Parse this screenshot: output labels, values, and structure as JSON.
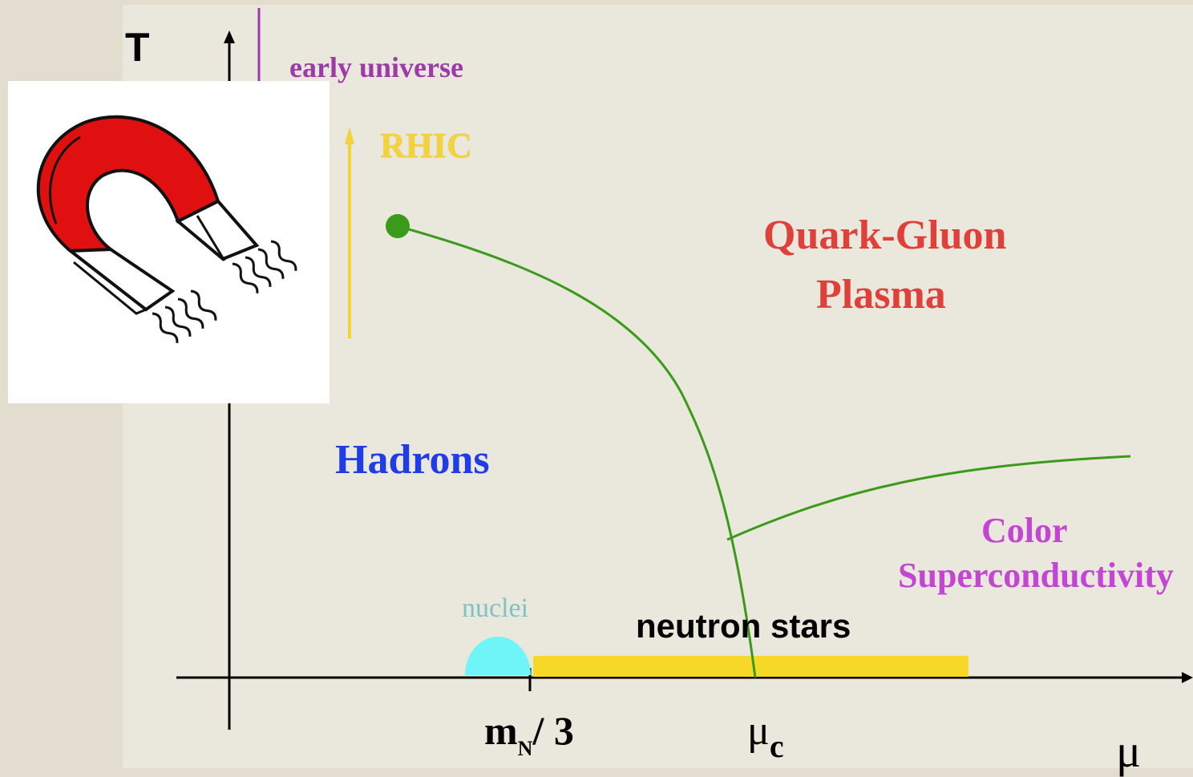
{
  "labels": {
    "t_axis": "T",
    "mu_axis": "μ",
    "early_universe": "early universe",
    "rhic": "RHIC",
    "qgp_line1": "Quark-Gluon",
    "qgp_line2": "Plasma",
    "hadrons": "Hadrons",
    "cs_line1": "Color",
    "cs_line2": "Superconductivity",
    "nuclei": "nuclei",
    "neutron_stars": "neutron stars",
    "mn_main": "m",
    "mn_sub": "N",
    "mn_tail": "/ 3",
    "mu_c_main": "μ",
    "mu_c_sub": "c"
  },
  "colors": {
    "phase_boundary": "#3a9a1a",
    "critical_point": "#3a9a1a",
    "nuclei_region": "#6ff5f7",
    "neutron_star_band": "#f6d928",
    "rhic_arrow": "#f3d23c",
    "early_universe_line": "#9c3aa8",
    "axes": "#000000",
    "magnet_red": "#e01010"
  },
  "icons": {
    "magnet": "horseshoe-magnet-icon"
  }
}
